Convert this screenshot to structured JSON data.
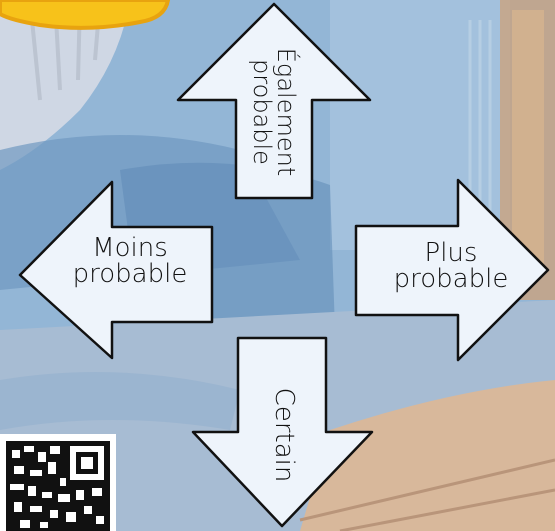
{
  "colors": {
    "arrow_fill": "#eef4fb",
    "arrow_stroke": "#111111",
    "sun_yellow": "#f7c21a",
    "wall_blue": "#8fb3d4",
    "floor_tan": "#d7b59a"
  },
  "arrows": {
    "up": {
      "line1": "Également",
      "line2": "probable",
      "icon": "up-arrow-icon"
    },
    "left": {
      "line1": "Moins",
      "line2": "probable",
      "icon": "left-arrow-icon"
    },
    "right": {
      "line1": "Plus",
      "line2": "probable",
      "icon": "right-arrow-icon"
    },
    "down": {
      "line1": "Certain",
      "icon": "down-arrow-icon"
    }
  },
  "decor": {
    "qr": "qr-code-icon",
    "sun": "sun-icon"
  }
}
